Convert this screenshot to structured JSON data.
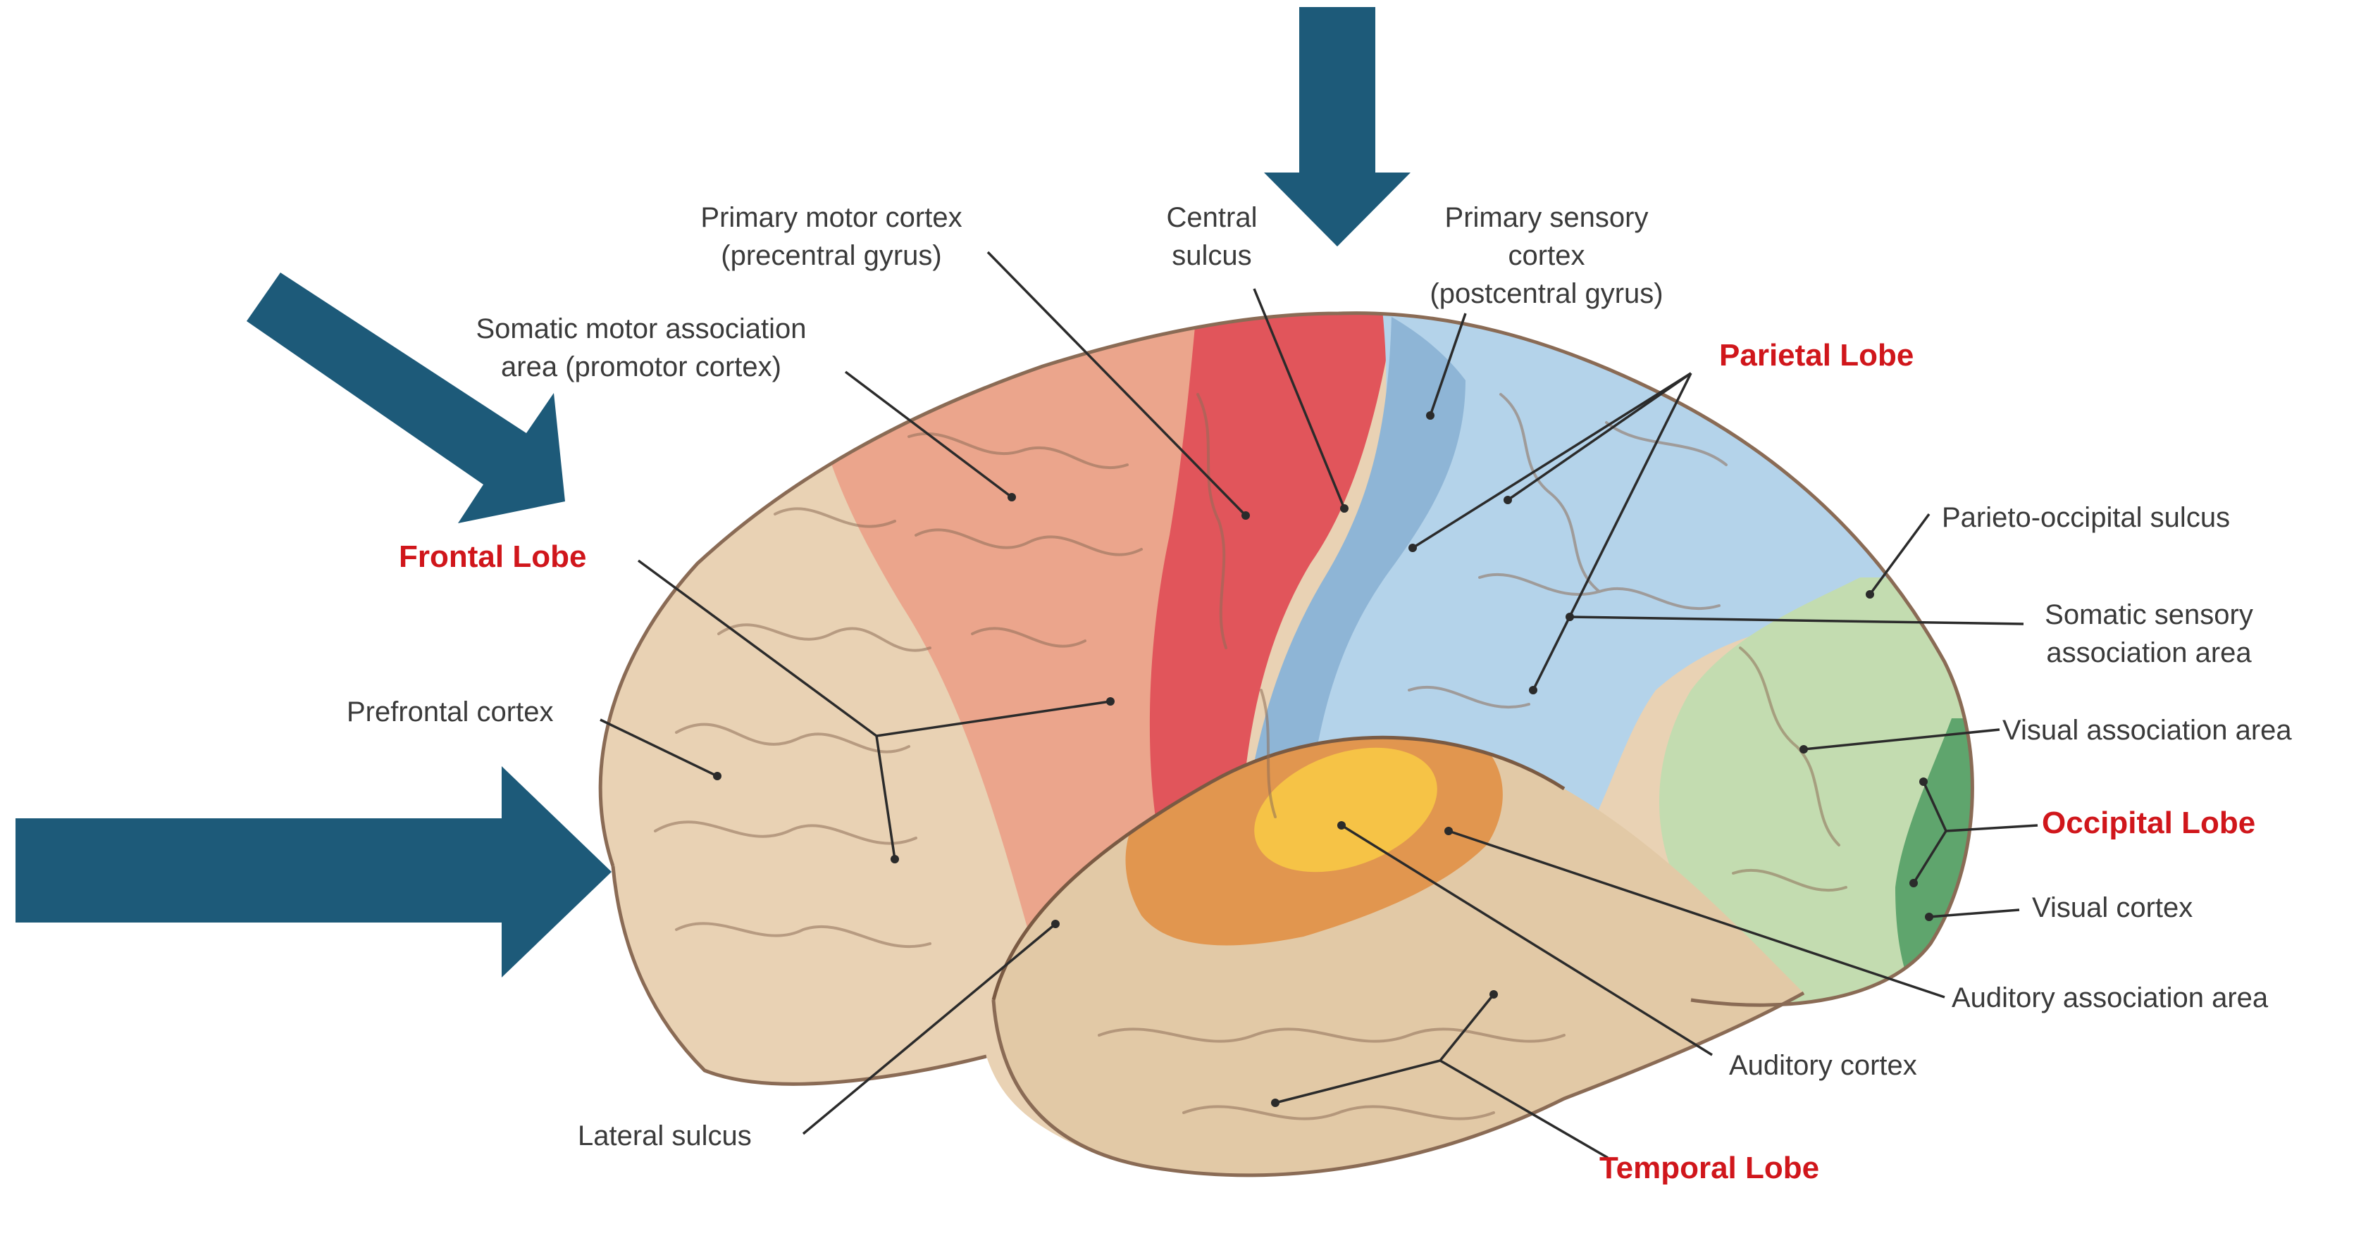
{
  "colors": {
    "arrow": "#1d5a79",
    "frontal": "#e9d2b4",
    "premotor": "#eba58c",
    "motor": "#e1555b",
    "sensory": "#8eb5d6",
    "parietal": "#b4d3ea",
    "occipital": "#c3dcb0",
    "visual_cortex": "#5fa56d",
    "temporal": "#e2c9a6",
    "auditory_assoc": "#e1964f",
    "auditory_cortex": "#f6c346",
    "lobe_label": "#d0161b",
    "line": "#2b2b2b"
  },
  "labels": {
    "primary_motor": [
      "Primary motor cortex",
      "(precentral gyrus)"
    ],
    "central_sulcus": [
      "Central",
      "sulcus"
    ],
    "primary_sensory": [
      "Primary sensory",
      "cortex",
      "(postcentral gyrus)"
    ],
    "somatic_motor": [
      "Somatic motor association",
      "area (promotor cortex)"
    ],
    "parietal_lobe": "Parietal Lobe",
    "frontal_lobe": "Frontal Lobe",
    "parieto_occipital": "Parieto-occipital sulcus",
    "somatic_sensory": [
      "Somatic sensory",
      "association area"
    ],
    "prefrontal": "Prefrontal cortex",
    "visual_assoc": "Visual association area",
    "occipital_lobe": "Occipital Lobe",
    "visual_cortex": "Visual cortex",
    "auditory_assoc": "Auditory association area",
    "auditory_cortex": "Auditory cortex",
    "lateral_sulcus": "Lateral sulcus",
    "temporal_lobe": "Temporal Lobe"
  }
}
